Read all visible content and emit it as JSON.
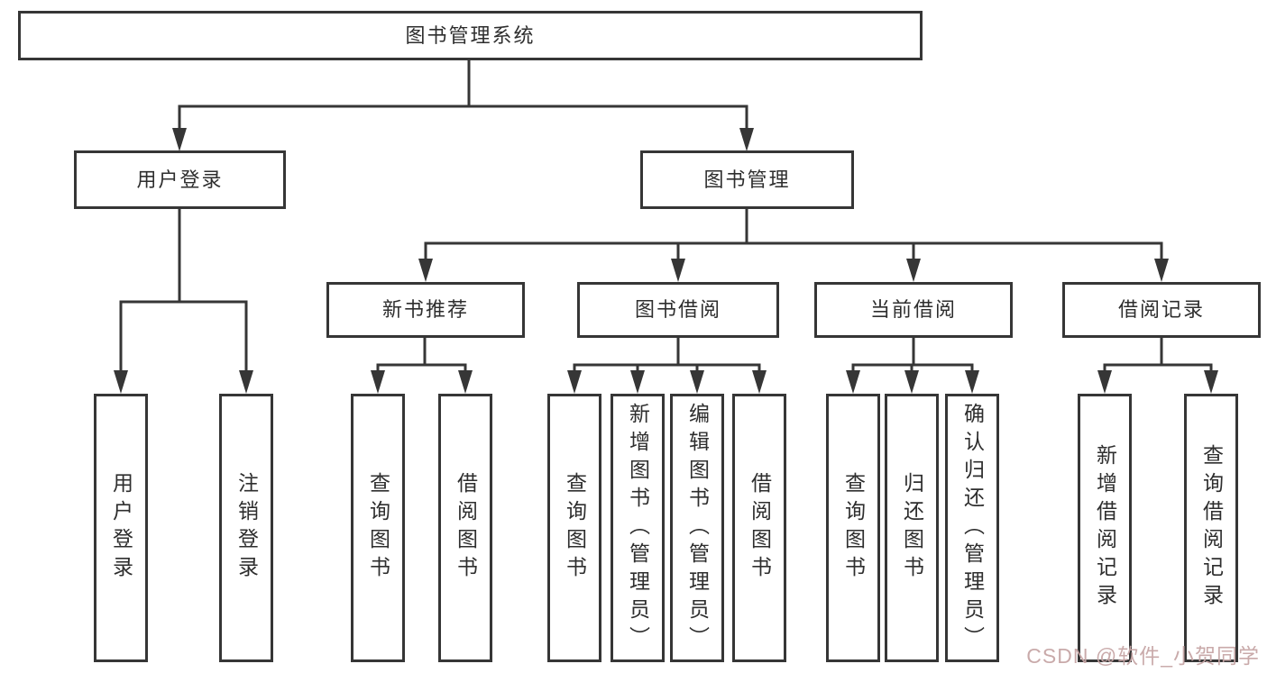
{
  "nodes": {
    "root": "图书管理系统",
    "user_login": "用户登录",
    "book_mgmt": "图书管理",
    "new_book_rec": "新书推荐",
    "book_borrow": "图书借阅",
    "current_borrow": "当前借阅",
    "borrow_records": "借阅记录",
    "leaves": {
      "user_login_leaf": "用户登录",
      "logout_leaf": "注销登录",
      "query_book_rec": "查询图书",
      "borrow_book_rec": "借阅图书",
      "query_book_borrow": "查询图书",
      "add_book_admin": "新增图书（管理员）",
      "edit_book_admin": "编辑图书（管理员）",
      "borrow_book_borrow": "借阅图书",
      "query_book_current": "查询图书",
      "return_book": "归还图书",
      "confirm_return_admin": "确认归还（管理员）",
      "add_borrow_record": "新增借阅记录",
      "query_borrow_record": "查询借阅记录"
    }
  },
  "watermark": {
    "text": "CSDN @软件_小贺同学",
    "color": "#c6a5a5"
  },
  "colors": {
    "line": "#363636",
    "text": "#2e2e2e",
    "box_background": "#ffffff"
  }
}
